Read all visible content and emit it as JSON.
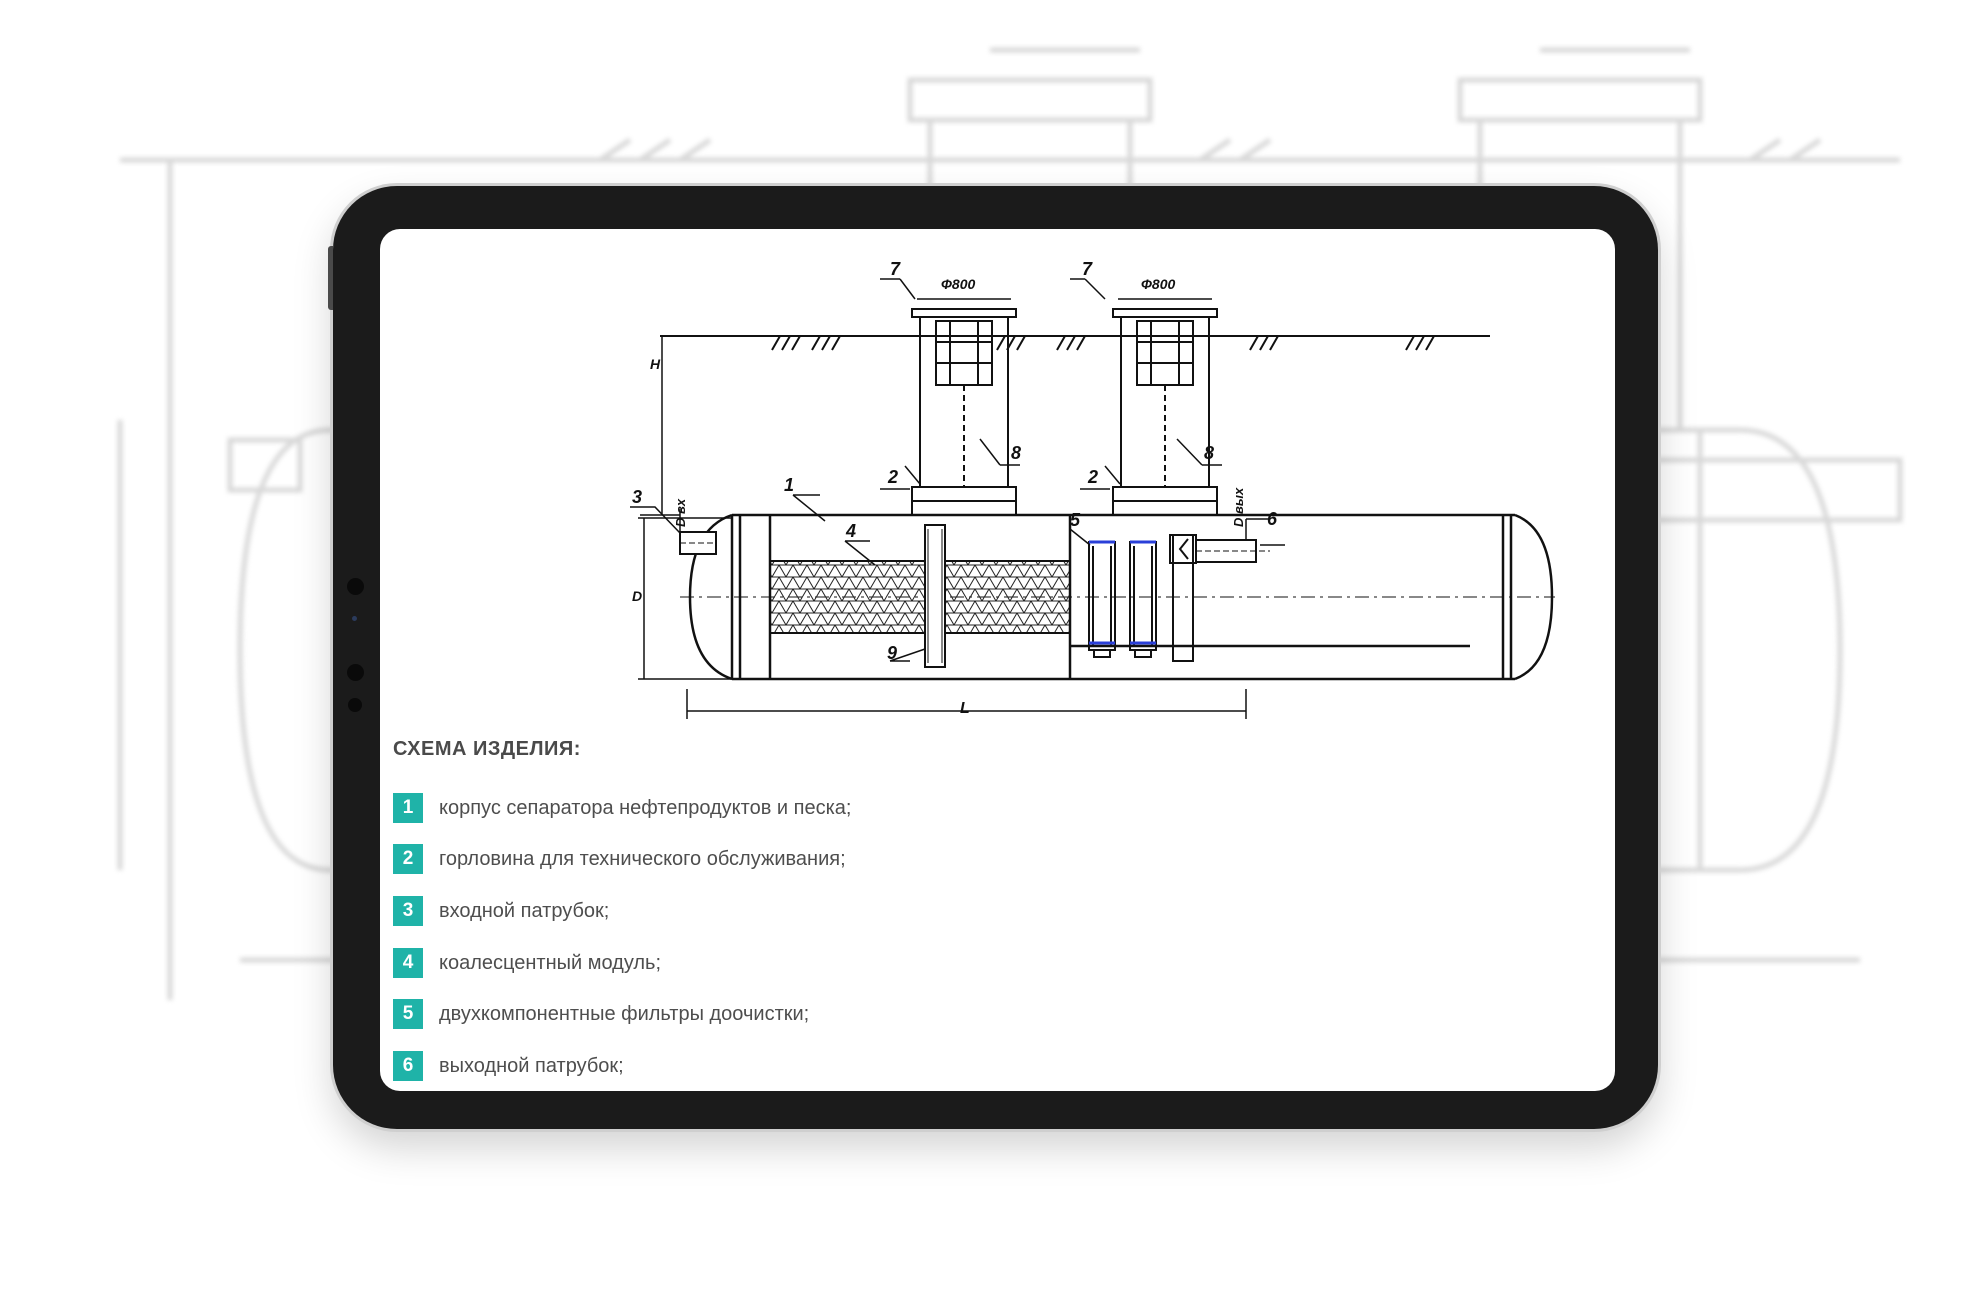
{
  "diagram": {
    "callouts": [
      "1",
      "2",
      "3",
      "4",
      "5",
      "6",
      "7",
      "8",
      "9"
    ],
    "dimensions": {
      "hatch_diameter": "Ф800",
      "height": "H",
      "diameter": "D",
      "length": "L",
      "inlet_diameter": "D вх",
      "outlet_diameter": "D вых"
    }
  },
  "legend": {
    "title": "СХЕМА ИЗДЕЛИЯ:",
    "items": [
      {
        "num": "1",
        "text": "корпус сепаратора нефтепродуктов и песка;"
      },
      {
        "num": "2",
        "text": "горловина для технического обслуживания;"
      },
      {
        "num": "3",
        "text": "входной патрубок;"
      },
      {
        "num": "4",
        "text": "коалесцентный модуль;"
      },
      {
        "num": "5",
        "text": "двухкомпонентные фильтры доочистки;"
      },
      {
        "num": "6",
        "text": "выходной патрубок;"
      }
    ]
  },
  "colors": {
    "accent": "#1fb3a8",
    "tablet_frame": "#1b1b1b",
    "text": "#4e4e4e"
  }
}
